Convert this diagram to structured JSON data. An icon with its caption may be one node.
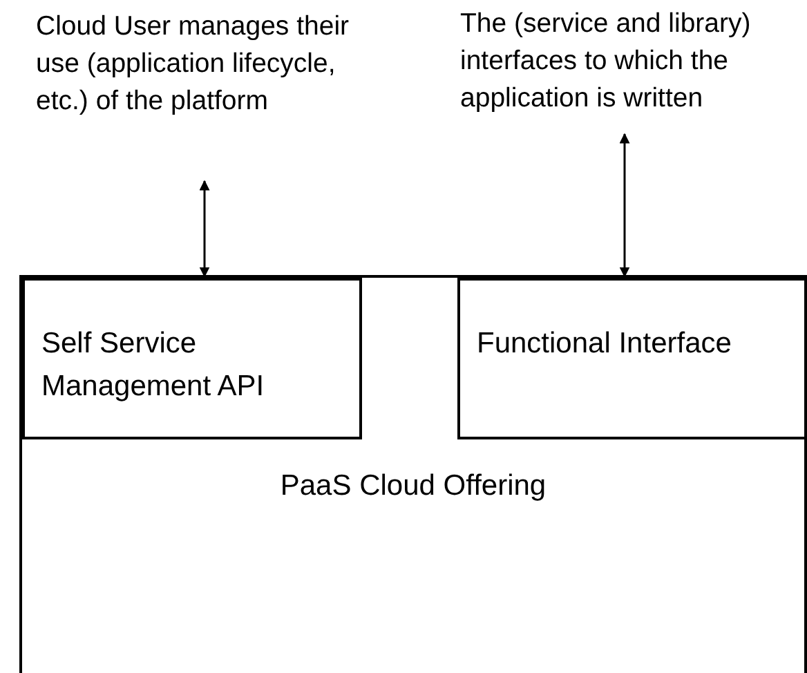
{
  "diagram": {
    "nodes": [
      {
        "text": [
          "Cloud User manages their use (application lifecycle, etc.) of the platform"
        ]
      },
      {
        "text": [
          "The (service and library) interfaces to which the application is written"
        ]
      },
      {
        "text": [
          "PaaS Cloud Offering"
        ]
      },
      {
        "text": [
          "Self Service Management API"
        ],
        "in": 2
      },
      {
        "text": [
          "Functional Interface"
        ],
        "in": 2
      }
    ],
    "edges": [
      {
        "from": 0,
        "to": 3,
        "arrow": "both"
      },
      {
        "from": 1,
        "to": 4,
        "arrow": "both"
      }
    ]
  }
}
